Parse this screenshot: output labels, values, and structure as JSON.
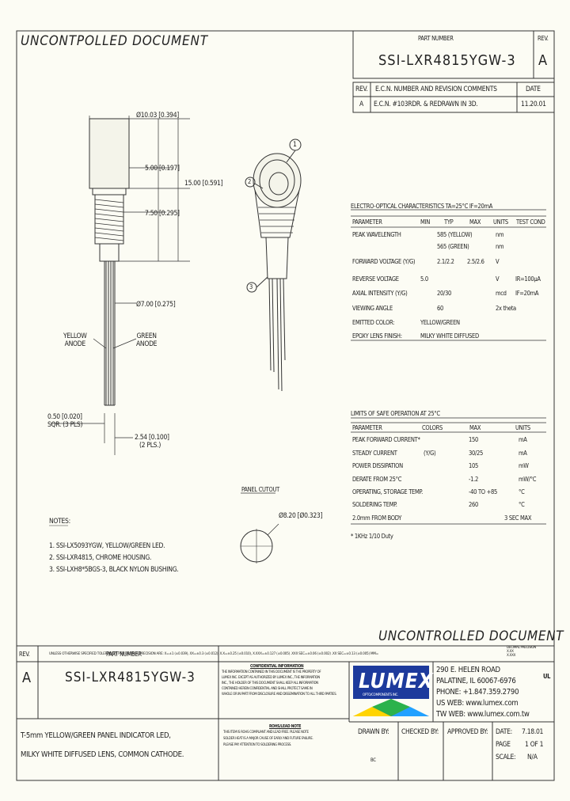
{
  "header": {
    "uncontrolled_top": "UNCONTPOLLED  DOCUMENT",
    "part_number_label": "PART NUMBER",
    "part_number": "SSI-LXR4815YGW-3",
    "rev_label": "REV.",
    "rev_value": "A"
  },
  "revision_table": {
    "col_rev": "REV.",
    "col_ecn": "E.C.N. NUMBER AND REVISION COMMENTS",
    "col_date": "DATE",
    "row_rev": "A",
    "row_ecn": "E.C.N. #103RDR. & REDRAWN IN 3D.",
    "row_date": "11.20.01"
  },
  "dimensions": {
    "diameter": "Ø10.03 [0.394]",
    "d500": "5.00 [0.197]",
    "d1500": "15.00 [0.591]",
    "d750": "7.50 [0.295]",
    "d700": "Ø7.00 [0.275]",
    "yellow_anode": [
      "YELLOW",
      "ANODE"
    ],
    "green_anode": [
      "GREEN",
      "ANODE"
    ],
    "d050": [
      "0.50 [0.020]",
      "SQR. (3 PLS)"
    ],
    "d254": [
      "2.54 [0.100]",
      "(2 PLS.)"
    ],
    "panel_cutout": "PANEL CUTOUT",
    "panel_dia": "Ø8.20 [Ø0.323]",
    "callouts": [
      "1",
      "2",
      "3"
    ]
  },
  "eo_table": {
    "title": "ELECTRO-OPTICAL CHARACTERISTICS TA=25°C      IF=20mA",
    "headers": [
      "PARAMETER",
      "MIN",
      "TYP",
      "MAX",
      "UNITS",
      "TEST COND"
    ],
    "rows": [
      [
        "PEAK WAVELENGTH",
        "",
        "585 (YELLOW)",
        "",
        "nm",
        ""
      ],
      [
        "",
        "",
        "565 (GREEN)",
        "",
        "nm",
        ""
      ],
      [
        "FORWARD VOLTAGE (Y/G)",
        "",
        "2.1/2.2",
        "2.5/2.6",
        "V",
        ""
      ],
      [
        "REVERSE VOLTAGE",
        "5.0",
        "",
        "",
        "V",
        "IR=100μA"
      ],
      [
        "AXIAL INTENSITY (Y/G)",
        "",
        "20/30",
        "",
        "mcd",
        "IF=20mA"
      ],
      [
        "VIEWING ANGLE",
        "",
        "60",
        "",
        "2x theta",
        ""
      ],
      [
        "EMITTED COLOR:",
        "YELLOW/GREEN",
        "",
        "",
        "",
        ""
      ],
      [
        "EPOXY LENS FINISH:",
        "MILKY WHITE DIFFUSED",
        "",
        "",
        "",
        ""
      ]
    ]
  },
  "limits_table": {
    "title": "LIMITS OF SAFE OPERATION AT 25°C",
    "headers": [
      "PARAMETER",
      "COLORS",
      "MAX",
      "UNITS"
    ],
    "rows": [
      [
        "PEAK FORWARD CURRENT*",
        "",
        "150",
        "mA"
      ],
      [
        "STEADY CURRENT",
        "(Y/G)",
        "30/25",
        "mA"
      ],
      [
        "POWER DISSIPATION",
        "",
        "105",
        "mW"
      ],
      [
        "DERATE FROM 25°C",
        "",
        "-1.2",
        "mW/°C"
      ],
      [
        "OPERATING, STORAGE TEMP.",
        "",
        "-40 TO +85",
        "°C"
      ],
      [
        "SOLDERING TEMP.",
        "",
        "260",
        "°C"
      ],
      [
        "2.0mm FROM BODY",
        "",
        "",
        "3 SEC MAX"
      ]
    ],
    "footnote": "* 1KHz 1/10 Duty"
  },
  "notes": {
    "title": "NOTES:",
    "items": [
      "1. SSI-LX5093YGW, YELLOW/GREEN LED.",
      "2. SSI-LXR4815, CHROME HOUSING.",
      "3. SSI-LXH8*5BGS-3, BLACK NYLON BUSHING."
    ]
  },
  "footer": {
    "uncontrolled_bottom": "UNCONTROLLED  DOCUMENT",
    "tolerance_note": "UNLESS OTHERWISE SPECIFIED TOLERANCES PER DECIMAL PRECISION ARE: X=±1 (±0.039), XX=±0.3 (±0.012), X.X=±0.25 (±0.010), X.XXX=±0.127 (±0.005)    .XXX SEC=±0.06 (±0.002)  .XX SEC=±0.13 (±0.005)  MM=",
    "decimal_precision": [
      "DECIMAL PRECISION",
      "X.XX",
      "X.XXX"
    ],
    "part_number_label": "PART NUMBER",
    "part_number": "SSI-LXR4815YGW-3",
    "rev_label": "REV.",
    "rev_value": "A",
    "description": [
      "T-5mm YELLOW/GREEN PANEL INDICATOR LED,",
      "MILKY WHITE DIFFUSED LENS, COMMON CATHODE."
    ],
    "confidential_title": "CONFIDENTIAL INFORMATION",
    "confidential_text": [
      "THE INFORMATION CONTAINED IN THIS DOCUMENT IS THE PROPERTY OF",
      "LUMEX INC. EXCEPT AS AUTHORIZED BY LUMEX INC., THE INFORMATION",
      "INC., THE HOLDER OF THIS DOCUMENT SHALL KEEP ALL INFORMATION",
      "CONTAINED HEREIN CONFIDENTIAL AND SHALL PROTECT SAME IN",
      "WHOLE OR IN PART FROM DISCLOSURE AND DISSEMINATION TO ALL THIRD PARTIES."
    ],
    "rohs_title": "ROHS/LEAD NOTE",
    "rohs_text": [
      "THIS ITEM IS ROHS COMPLIANT AND LEAD FREE. PLEASE NOTE",
      "SOLDER HEAT IS A MAJOR CAUSE OF EARLY AND FUTURE FAILURE.",
      "PLEASE PAY ATTENTION TO SOLDERING PROCESS."
    ],
    "logo_text": "LUMEX",
    "logo_tagline": "OPTO/COMPONENTS INC.",
    "address": [
      "290 E. HELEN ROAD",
      "PALATINE, IL 60067-6976",
      "PHONE: +1.847.359.2790",
      "US WEB: www.lumex.com",
      "TW WEB: www.lumex.com.tw"
    ],
    "ul_mark": "UL",
    "drawn_by_label": "DRAWN BY:",
    "drawn_by": "BC",
    "checked_by_label": "CHECKED BY:",
    "approved_by_label": "APPROVED BY:",
    "date_label": "DATE:",
    "date_value": "7.18.01",
    "page_label": "PAGE",
    "page_value": "1 OF 1",
    "scale_label": "SCALE:",
    "scale_value": "N/A"
  }
}
